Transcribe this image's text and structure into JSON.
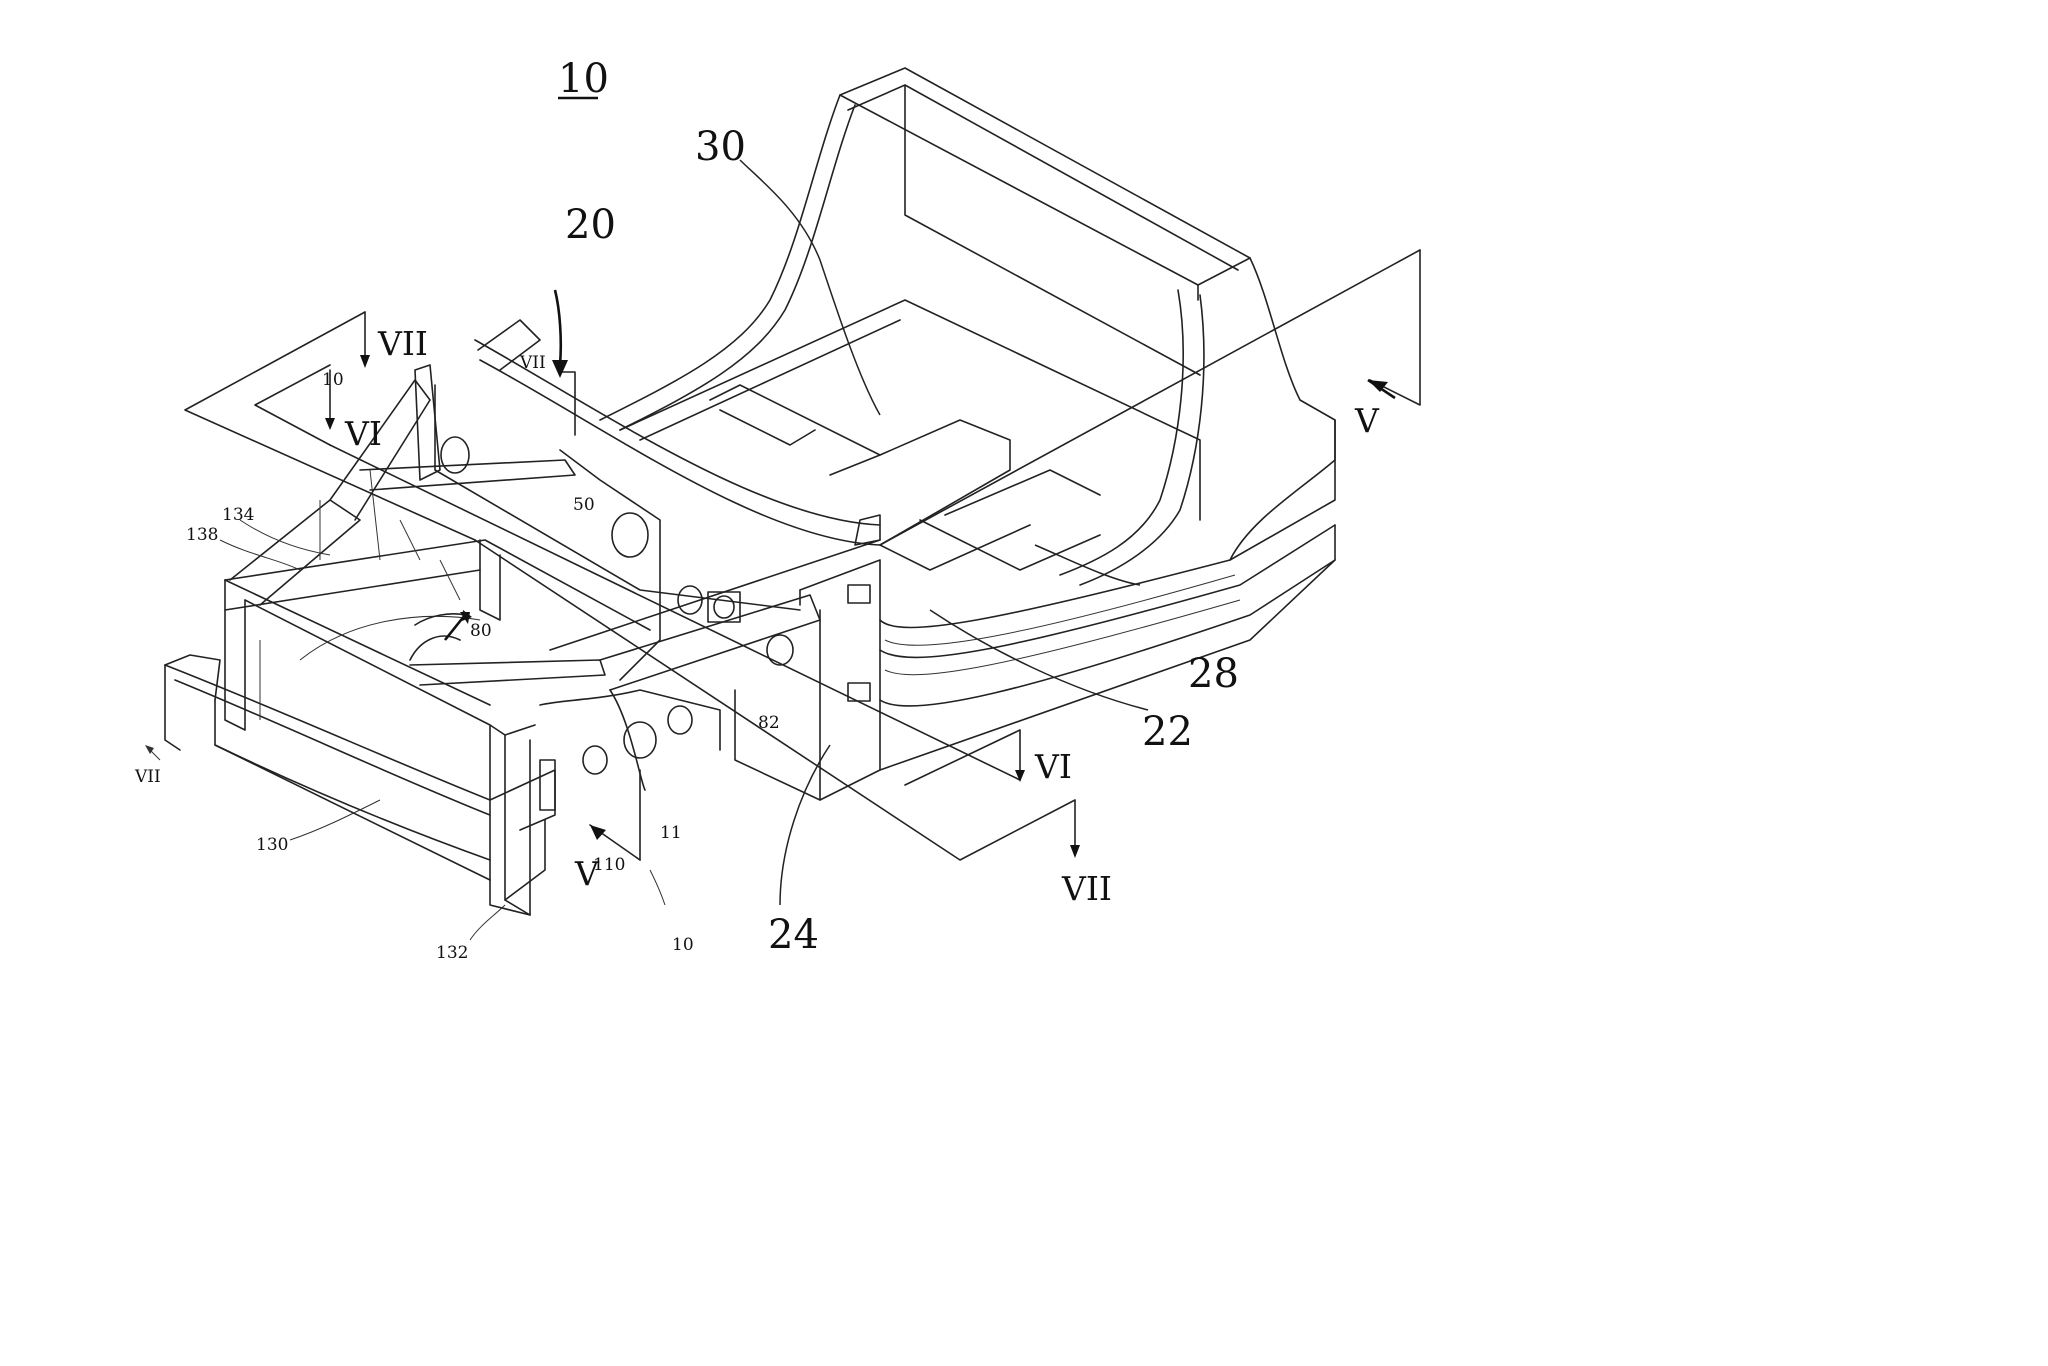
{
  "figure": {
    "number": "10",
    "reference_labels": {
      "r30": "30",
      "r20": "20",
      "r50": "50",
      "r80": "80",
      "r82": "82",
      "r134": "134",
      "r138": "138",
      "r130": "130",
      "r132": "132",
      "r10_small": "10",
      "r110": "110",
      "r11": "11",
      "r24": "24",
      "r22": "22",
      "r28": "28",
      "r10_top": "10"
    },
    "section_markers": {
      "v_right": "V",
      "v_bottom": "V",
      "vi_left": "VI",
      "vi_right": "VI",
      "vii_top_left": "VII",
      "vii_small_left": "VII",
      "vii_bottom_right": "VII",
      "vii_inner": "VII"
    }
  }
}
